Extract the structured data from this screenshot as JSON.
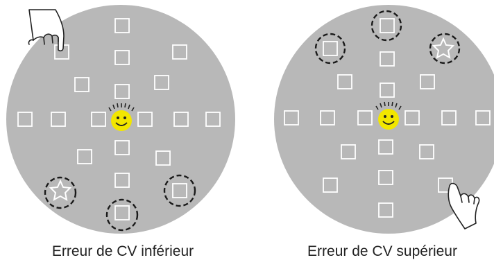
{
  "panels": [
    {
      "caption": "Erreur de CV inférieur",
      "error_field": "inferior"
    },
    {
      "caption": "Erreur de CV supérieur",
      "error_field": "superior"
    }
  ],
  "colors": {
    "field": "#b8b8b8",
    "square_outline": "#ffffff",
    "face": "#f2e600",
    "face_features": "#222222",
    "dashed_circle": "#1a1a1a",
    "star": "#ffffff",
    "hand_outline": "#222222",
    "hand_fill": "#ffffff"
  },
  "icons": [
    "smiley-face-icon",
    "pointing-hand-icon",
    "star-icon",
    "dashed-circle-highlight"
  ]
}
